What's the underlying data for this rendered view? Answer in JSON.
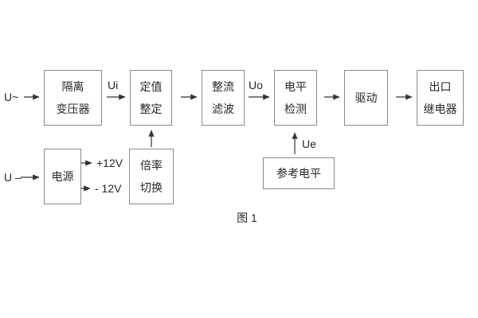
{
  "figure": {
    "caption": "图 1",
    "colors": {
      "background": "#ffffff",
      "box_border": "#8a8a8a",
      "text": "#262626",
      "arrow": "#333333"
    }
  },
  "blocks": {
    "isolation_transformer": {
      "line1": "隔离",
      "line2": "变压器"
    },
    "setting_adjust": {
      "line1": "定值",
      "line2": "整定"
    },
    "rectifier_filter": {
      "line1": "整流",
      "line2": "滤波"
    },
    "level_detect": {
      "line1": "电平",
      "line2": "检测"
    },
    "driver": {
      "line1": "驱动"
    },
    "output_relay": {
      "line1": "出口",
      "line2": "继电器"
    },
    "power_supply": {
      "line1": "电源"
    },
    "ratio_switch": {
      "line1": "倍率",
      "line2": "切换"
    },
    "reference_level": {
      "line1": "参考电平"
    }
  },
  "labels": {
    "input_ac": "U~",
    "input_dc": "U –",
    "ui": "Ui",
    "uo": "Uo",
    "ue": "Ue",
    "plus_12v": "+12V",
    "minus_12v": "- 12V"
  }
}
